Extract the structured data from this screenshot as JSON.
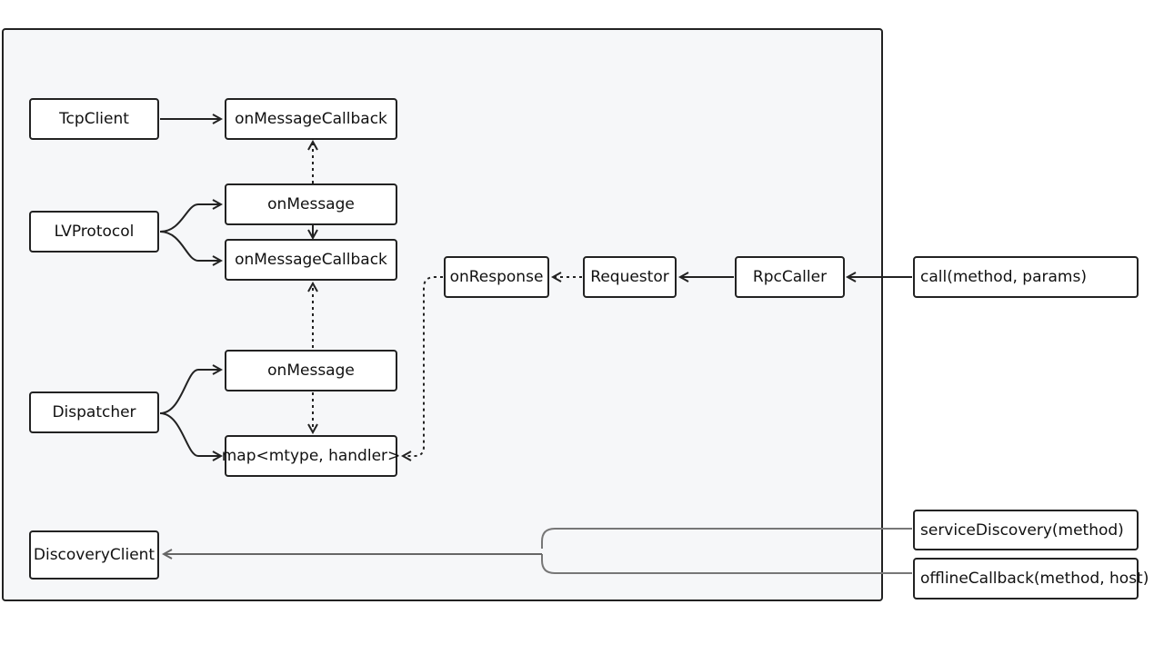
{
  "diagram": {
    "nodes": {
      "tcp_client": "TcpClient",
      "on_message_callback_1": "onMessageCallback",
      "lv_protocol": "LVProtocol",
      "on_message_1": "onMessage",
      "on_message_callback_2": "onMessageCallback",
      "dispatcher": "Dispatcher",
      "on_message_2": "onMessage",
      "handler_map": "map<mtype, handler>",
      "on_response": "onResponse",
      "requestor": "Requestor",
      "rpc_caller": "RpcCaller",
      "call": "call(method, params)",
      "discovery_client": "DiscoveryClient",
      "service_discovery": "serviceDiscovery(method)",
      "offline_callback": "offlineCallback(method, host)"
    },
    "colors": {
      "line": "#222222",
      "grey_line": "#777777",
      "frame_fill": "#f6f7f9",
      "node_fill": "#ffffff"
    }
  }
}
